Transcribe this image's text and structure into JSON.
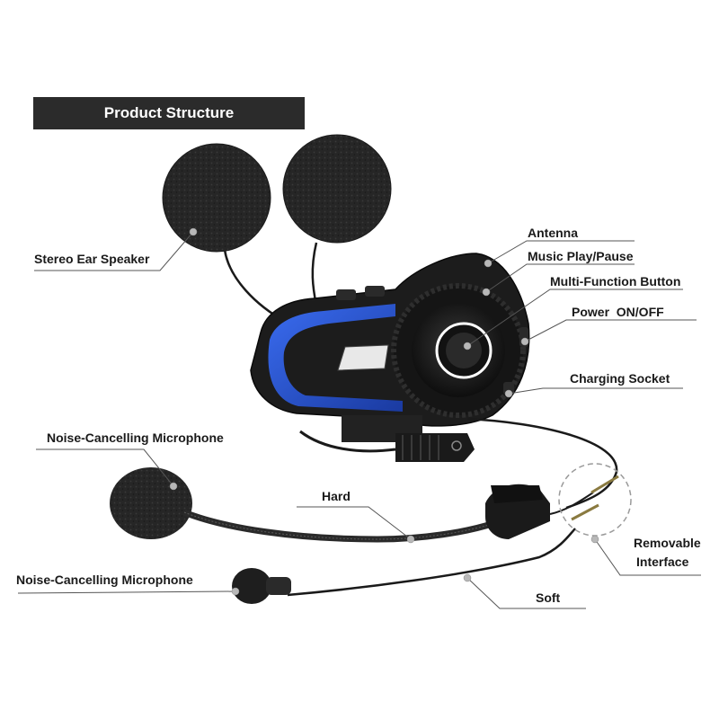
{
  "banner": {
    "title": "Product Structure"
  },
  "labels": {
    "stereo_ear_speaker": "Stereo Ear Speaker",
    "antenna": "Antenna",
    "music_play_pause": "Music Play/Pause",
    "multi_function_button": "Multi-Function Button",
    "power_on_off": "Power  ON/OFF",
    "charging_socket": "Charging Socket",
    "noise_cancelling_microphone_boom": "Noise-Cancelling Microphone",
    "hard": "Hard",
    "removable": "Removable",
    "interface": "Interface",
    "noise_cancelling_microphone_wired": "Noise-Cancelling Microphone",
    "soft": "Soft"
  },
  "colors": {
    "banner_bg": "#2b2b2b",
    "accent_blue": "#2250c8",
    "device_body": "#1c1c1c",
    "foam": "#262626"
  }
}
